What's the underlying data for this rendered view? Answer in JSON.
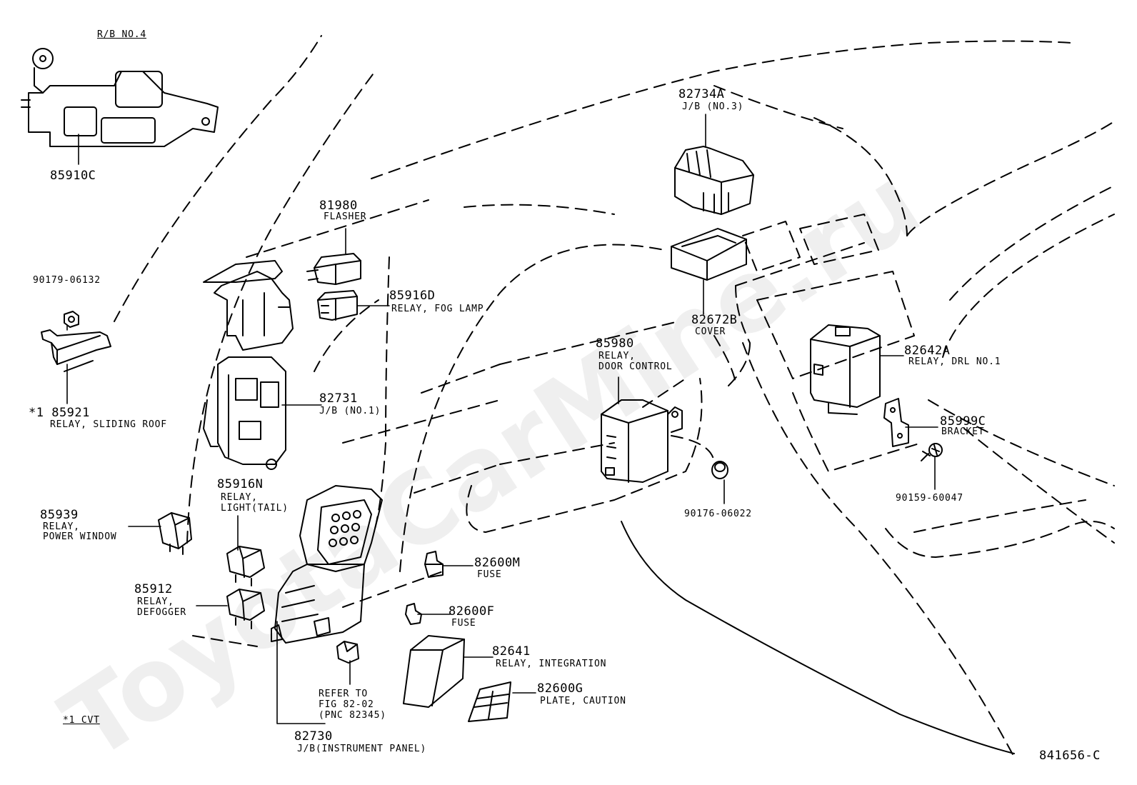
{
  "watermark": "ToyotaCarMine.ru",
  "figure_code": "841656-C",
  "header_label": "R/B NO.4",
  "footnote": "*1 CVT",
  "parts": [
    {
      "id": "p85910c",
      "number": "85910C",
      "desc": []
    },
    {
      "id": "p90179",
      "number": "90179-06132",
      "desc": []
    },
    {
      "id": "p85921",
      "number": "*1 85921",
      "desc": [
        "RELAY, SLIDING ROOF"
      ]
    },
    {
      "id": "p81980",
      "number": "81980",
      "desc": [
        "FLASHER"
      ]
    },
    {
      "id": "p85916d",
      "number": "85916D",
      "desc": [
        "RELAY, FOG LAMP"
      ]
    },
    {
      "id": "p82731",
      "number": "82731",
      "desc": [
        "J/B (NO.1)"
      ]
    },
    {
      "id": "p85916n",
      "number": "85916N",
      "desc": [
        "RELAY,",
        "LIGHT(TAIL)"
      ]
    },
    {
      "id": "p85939",
      "number": "85939",
      "desc": [
        "RELAY,",
        "POWER WINDOW"
      ]
    },
    {
      "id": "p85912",
      "number": "85912",
      "desc": [
        "RELAY,",
        "DEFOGGER"
      ]
    },
    {
      "id": "p82600m",
      "number": "82600M",
      "desc": [
        "FUSE"
      ]
    },
    {
      "id": "p82600f",
      "number": "82600F",
      "desc": [
        "FUSE"
      ]
    },
    {
      "id": "p82641",
      "number": "82641",
      "desc": [
        "RELAY, INTEGRATION"
      ]
    },
    {
      "id": "p82600g",
      "number": "82600G",
      "desc": [
        "PLATE, CAUTION"
      ]
    },
    {
      "id": "p82730",
      "number": "82730",
      "desc": [
        "J/B(INSTRUMENT PANEL)"
      ]
    },
    {
      "id": "prefer",
      "number": "",
      "desc": [
        "REFER TO",
        "FIG 82-02",
        "(PNC 82345)"
      ]
    },
    {
      "id": "p82734a",
      "number": "82734A",
      "desc": [
        "J/B (NO.3)"
      ]
    },
    {
      "id": "p82672b",
      "number": "82672B",
      "desc": [
        "COVER"
      ]
    },
    {
      "id": "p85980",
      "number": "85980",
      "desc": [
        "RELAY,",
        "DOOR CONTROL"
      ]
    },
    {
      "id": "p90176",
      "number": "90176-06022",
      "desc": []
    },
    {
      "id": "p82642a",
      "number": "82642A",
      "desc": [
        "RELAY, DRL NO.1"
      ]
    },
    {
      "id": "p85999c",
      "number": "85999C",
      "desc": [
        "BRACKET"
      ]
    },
    {
      "id": "p90159",
      "number": "90159-60047",
      "desc": []
    }
  ]
}
